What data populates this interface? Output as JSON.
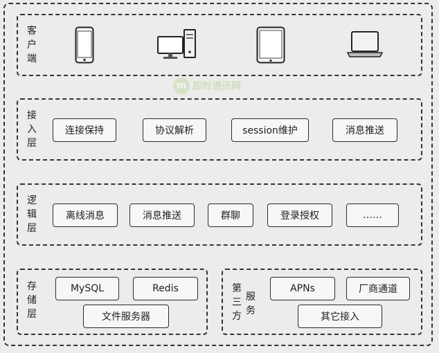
{
  "layers": {
    "client": {
      "label": "客户端"
    },
    "access": {
      "label": "接入层",
      "items": [
        "连接保持",
        "协议解析",
        "session维护",
        "消息推送"
      ]
    },
    "logic": {
      "label": "逻辑层",
      "items": [
        "离线消息",
        "消息推送",
        "群聊",
        "登录授权",
        "……"
      ]
    },
    "storage": {
      "label": "存储层",
      "items": [
        "MySQL",
        "Redis",
        "文件服务器"
      ]
    },
    "third_party": {
      "label_left": "第三方",
      "label_right": "服务",
      "items": [
        "APNs",
        "厂商通道",
        "其它接入"
      ]
    }
  },
  "client_devices": [
    "phone-icon",
    "desktop-computer-icon",
    "tablet-icon",
    "laptop-icon"
  ],
  "watermark": {
    "logo": "m",
    "text": "即时通讯网"
  },
  "colors": {
    "border": "#333333",
    "background": "#ececec",
    "watermark": "#a9cf8c"
  }
}
